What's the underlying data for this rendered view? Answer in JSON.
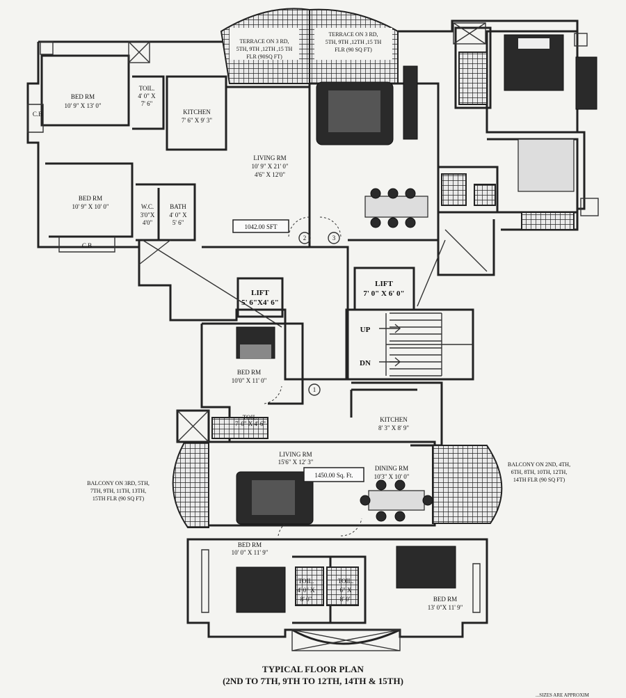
{
  "plan": {
    "title_line1": "TYPICAL FLOOR PLAN",
    "title_line2": "(2ND TO 7TH, 9TH TO 12TH, 14TH & 15TH)",
    "footnote": "...SIZES ARE APPROXIM"
  },
  "upper_unit": {
    "area": "1042.00 SFT",
    "bed1": {
      "name": "BED RM",
      "size": "10' 9\" X 13' 0\""
    },
    "bed2": {
      "name": "BED RM",
      "size": "10' 9\" X 10' 0\""
    },
    "toilet": {
      "name": "TOIL.",
      "size1": "4' 0\" X",
      "size2": "7' 6\""
    },
    "kitchen": {
      "name": "KITCHEN",
      "size": "7' 6\" X 9' 3\""
    },
    "living": {
      "name": "LIVING RM",
      "size1": "10' 9\" X 21' 0\"",
      "size2": "4'6\" X 12'0\""
    },
    "wc": {
      "name": "W.C.",
      "size1": "3'0\"X",
      "size2": "4'0\""
    },
    "bath": {
      "name": "BATH",
      "size1": "4' 0\" X",
      "size2": "5' 6\""
    },
    "cb1": "C.B",
    "cb2": "C.B",
    "terrace_left": {
      "l1": "TERRACE ON 3 RD,",
      "l2": "5TH, 9TH ,12TH ,15 TH",
      "l3": "FLR (90SQ FT)"
    },
    "terrace_right": {
      "l1": "TERRACE ON 3 RD,",
      "l2": "5TH, 9TH ,12TH ,15 TH",
      "l3": "FLR (90 SQ FT)"
    }
  },
  "core": {
    "lift1": {
      "name": "LIFT",
      "size": "5' 6\"X4' 6\""
    },
    "lift2": {
      "name": "LIFT",
      "size": "7' 0\" X 6' 0\""
    },
    "up": "UP",
    "dn": "DN",
    "marker1": "1",
    "marker2": "2",
    "marker3": "3"
  },
  "lower_unit": {
    "area": "1450.00 Sq. Ft.",
    "bed_top": {
      "name": "BED RM",
      "size": "10'0\" X 11' 0\""
    },
    "toilet_top": {
      "name": "TOIL.",
      "size": "7' 0\" X 4' 6\""
    },
    "kitchen": {
      "name": "KITCHEN",
      "size": "8' 3\" X 8' 9\""
    },
    "living": {
      "name": "LIVING RM",
      "size": "15'6\" X 12' 3\""
    },
    "dining": {
      "name": "DINING RM",
      "size": "10'3\" X 10' 0\""
    },
    "bed_left": {
      "name": "BED RM",
      "size": "10' 0\" X 11' 9\""
    },
    "bed_right": {
      "name": "BED RM",
      "size": "13' 0\"X 11' 9\""
    },
    "toil_a": {
      "name": "TOIL.",
      "size1": "4' 0\" X",
      "size2": "8' 0\""
    },
    "toil_b": {
      "name": "TOIL.",
      "size1": "6\" X",
      "size2": "8' 0\""
    },
    "balcony_left": {
      "l1": "BALCONY ON 3RD, 5TH,",
      "l2": "7TH, 9TH, 11TH, 13TH,",
      "l3": "15TH FLR (90 SQ FT)"
    },
    "balcony_right": {
      "l1": "BALCONY ON 2ND, 4TH,",
      "l2": "6TH, 8TH, 10TH, 12TH,",
      "l3": "14TH FLR (90 SQ FT)"
    }
  }
}
